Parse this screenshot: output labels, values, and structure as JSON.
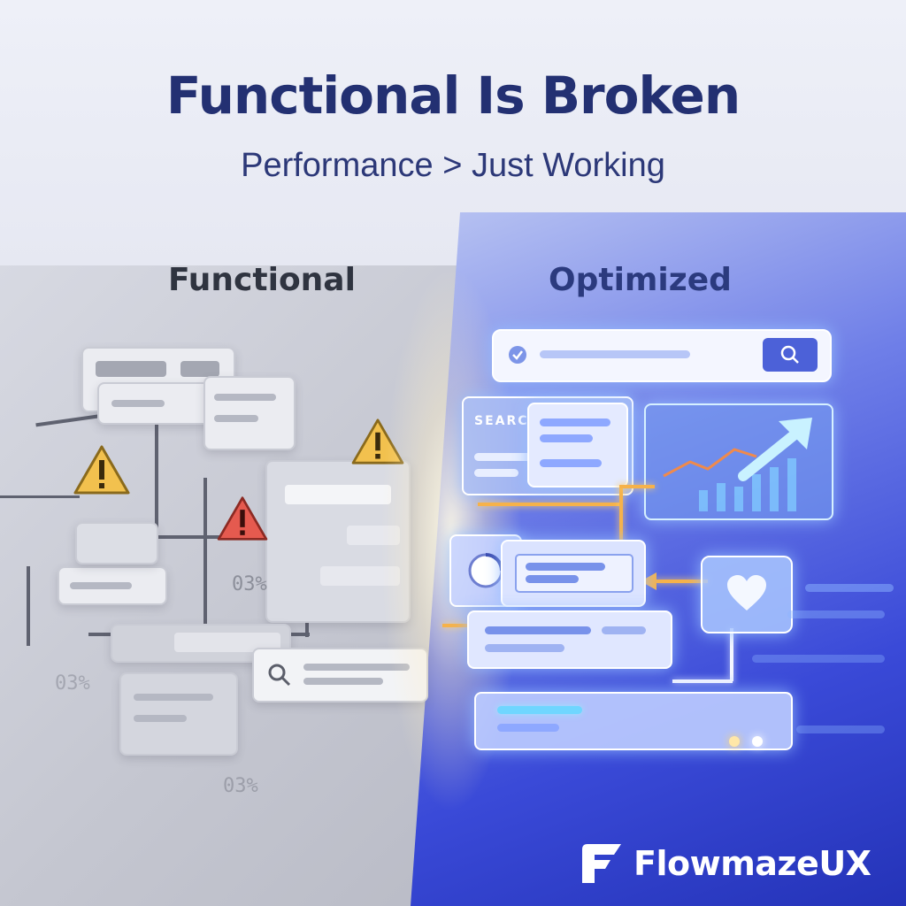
{
  "header": {
    "title": "Functional Is Broken",
    "subtitle": "Performance > Just Working"
  },
  "comparison": {
    "left_label": "Functional",
    "right_label": "Optimized"
  },
  "left_side": {
    "readouts": [
      "03%",
      "03%",
      "03%"
    ]
  },
  "right_side": {
    "panel_label": "SEARCH"
  },
  "brand": {
    "name": "FlowmazeUX"
  },
  "colors": {
    "title": "#233072",
    "warning": "#f2c14e",
    "danger": "#e55a4f",
    "accent_blue": "#3a4ad8",
    "flow_orange": "#f6b24a"
  }
}
